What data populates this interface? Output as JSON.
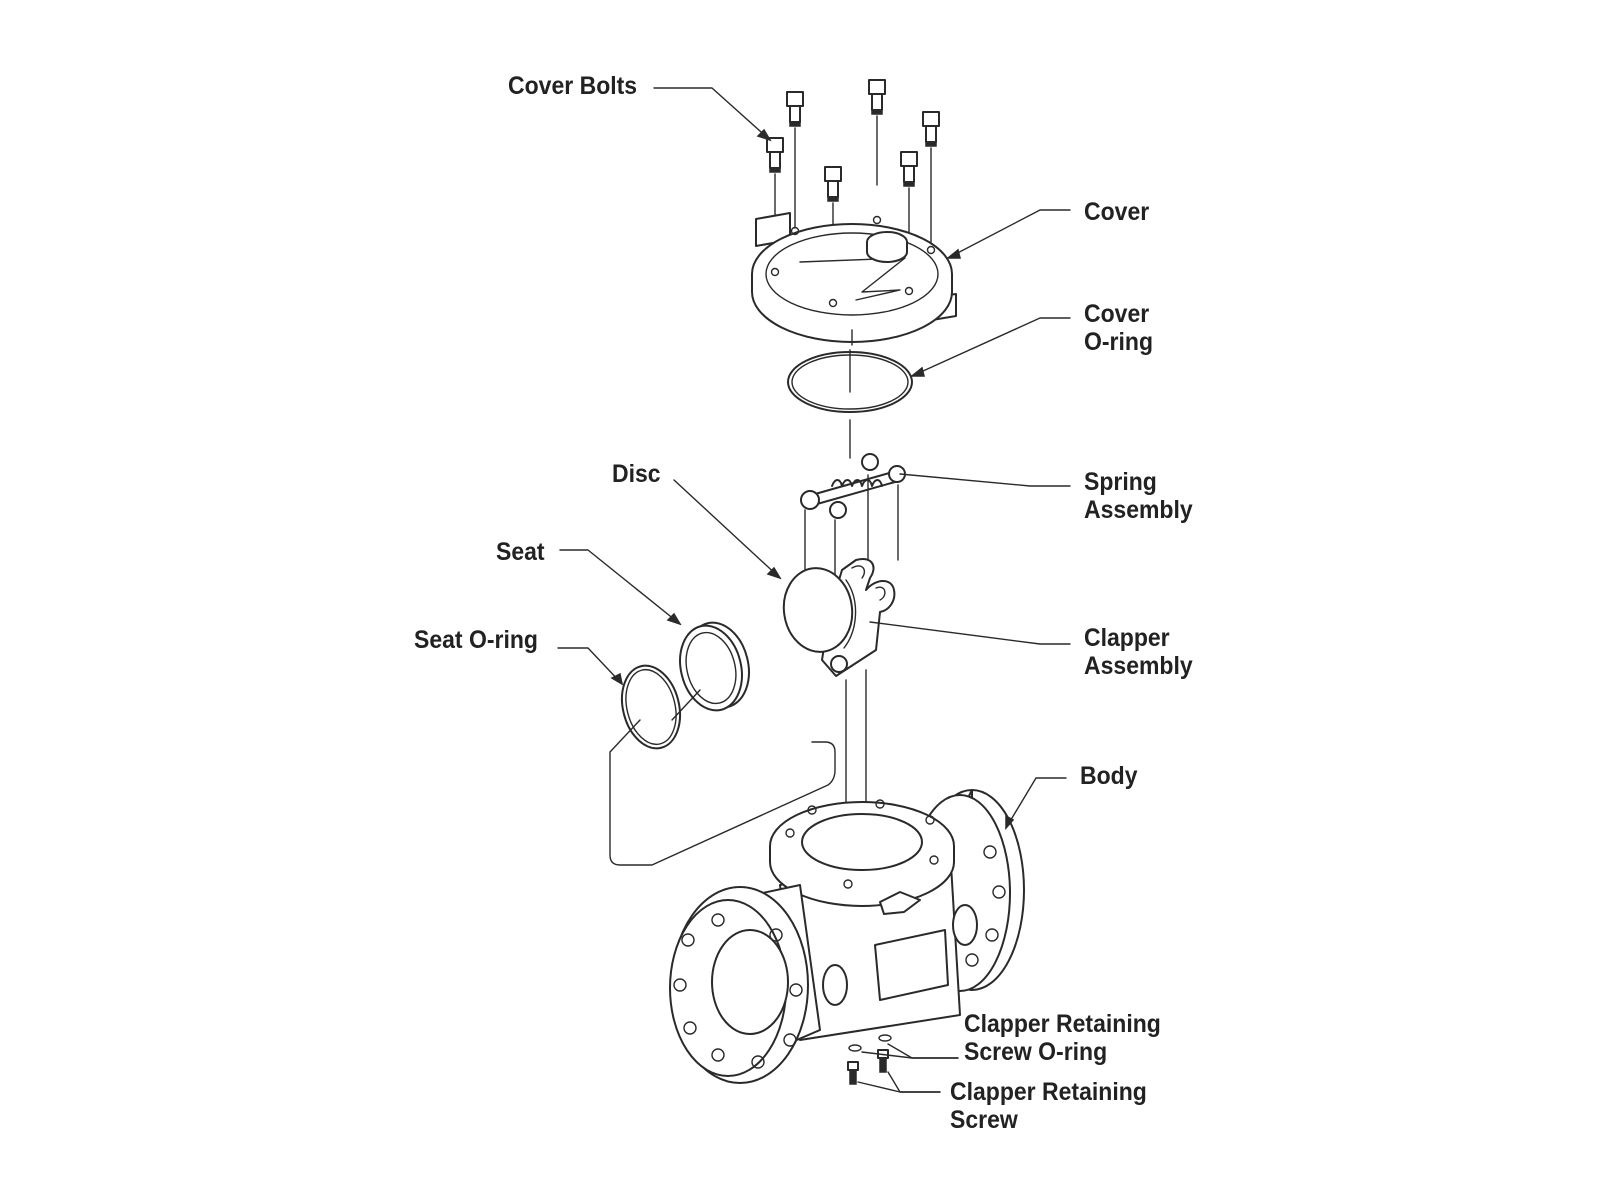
{
  "labels": {
    "cover_bolts": "Cover Bolts",
    "cover": "Cover",
    "cover_oring_1": "Cover",
    "cover_oring_2": "O-ring",
    "disc": "Disc",
    "spring_1": "Spring",
    "spring_2": "Assembly",
    "seat": "Seat",
    "seat_oring": "Seat O-ring",
    "clapper_1": "Clapper",
    "clapper_2": "Assembly",
    "body": "Body",
    "crs_oring_1": "Clapper Retaining",
    "crs_oring_2": "Screw O-ring",
    "crs_1": "Clapper Retaining",
    "crs_2": "Screw"
  },
  "colors": {
    "line": "#2a2a2a",
    "text": "#222222",
    "background": "#ffffff"
  }
}
